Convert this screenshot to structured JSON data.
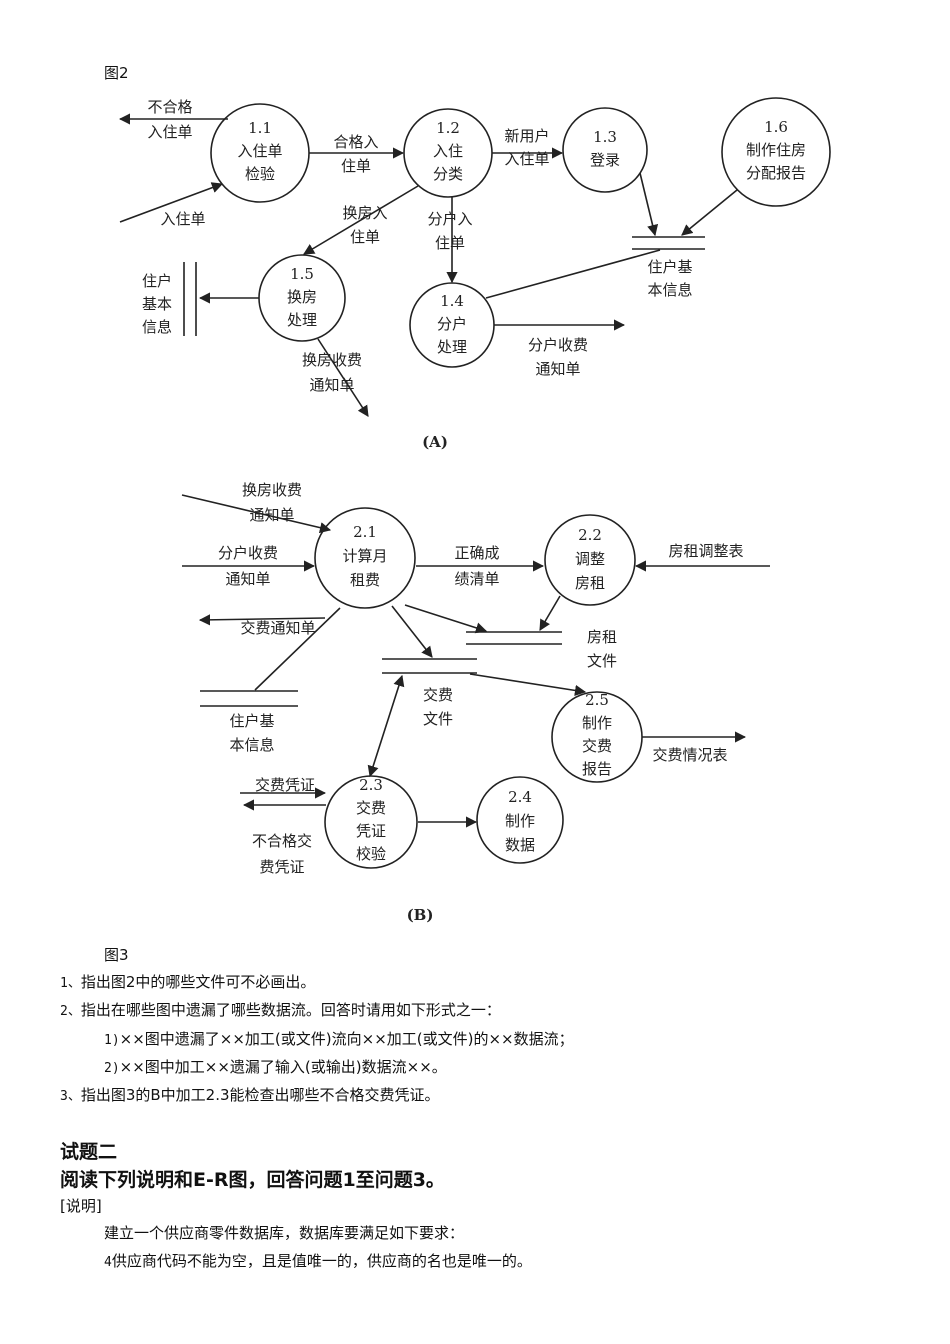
{
  "figure2": {
    "label": "图2",
    "caption": "(A)",
    "processes": [
      {
        "id": "1.1",
        "lines": [
          "1.1",
          "入住单",
          "检验"
        ]
      },
      {
        "id": "1.2",
        "lines": [
          "1.2",
          "入住",
          "分类"
        ]
      },
      {
        "id": "1.3",
        "lines": [
          "1.3",
          "登录"
        ]
      },
      {
        "id": "1.4",
        "lines": [
          "1.4",
          "分户",
          "处理"
        ]
      },
      {
        "id": "1.5",
        "lines": [
          "1.5",
          "换房",
          "处理"
        ]
      },
      {
        "id": "1.6",
        "lines": [
          "1.6",
          "制作住房",
          "分配报告"
        ]
      }
    ],
    "stores": [
      {
        "name": "住户基本信息 (top)",
        "lines": [
          "住户基",
          "本信息"
        ]
      },
      {
        "name": "住户基本信息 (left)",
        "lines": [
          "住户",
          "基本",
          "信息"
        ]
      }
    ],
    "flows": {
      "reject": [
        "不合格",
        "入住单"
      ],
      "input": "入住单",
      "pass": [
        "合格入",
        "住单"
      ],
      "new_user": [
        "新用户",
        "入住单"
      ],
      "change": [
        "换房入",
        "住单"
      ],
      "split": [
        "分户入",
        "住单"
      ],
      "change_fee": [
        "换房收费",
        "通知单"
      ],
      "split_fee": [
        "分户收费",
        "通知单"
      ]
    }
  },
  "figure3": {
    "label": "图3",
    "caption": "(B)",
    "processes": [
      {
        "id": "2.1",
        "lines": [
          "2.1",
          "计算月",
          "租费"
        ]
      },
      {
        "id": "2.2",
        "lines": [
          "2.2",
          "调整",
          "房租"
        ]
      },
      {
        "id": "2.3",
        "lines": [
          "2.3",
          "交费",
          "凭证",
          "校验"
        ]
      },
      {
        "id": "2.4",
        "lines": [
          "2.4",
          "制作",
          "数据"
        ]
      },
      {
        "id": "2.5",
        "lines": [
          "2.5",
          "制作",
          "交费",
          "报告"
        ]
      }
    ],
    "stores": [
      {
        "name": "房租文件",
        "lines": [
          "房租",
          "文件"
        ]
      },
      {
        "name": "交费文件",
        "lines": [
          "交费",
          "文件"
        ]
      },
      {
        "name": "住户基本信息",
        "lines": [
          "住户基",
          "本信息"
        ]
      }
    ],
    "flows": {
      "change_fee": [
        "换房收费",
        "通知单"
      ],
      "split_fee": [
        "分户收费",
        "通知单"
      ],
      "correct": [
        "正确成",
        "绩清单"
      ],
      "rent_adjust": "房租调整表",
      "pay_notice": "交费通知单",
      "voucher": "交费凭证",
      "bad_voucher": [
        "不合格交",
        "费凭证"
      ],
      "report": "交费情况表"
    }
  },
  "questions": [
    {
      "num": "1、",
      "text": "指出图2中的哪些文件可不必画出。"
    },
    {
      "num": "2、",
      "text": "指出在哪些图中遗漏了哪些数据流。回答时请用如下形式之一："
    },
    {
      "num": "1)",
      "text": "××图中遗漏了××加工(或文件)流向××加工(或文件)的××数据流；"
    },
    {
      "num": "2)",
      "text": "××图中加工××遗漏了输入(或输出)数据流××。"
    },
    {
      "num": "3、",
      "text": "指出图3的B中加工2.3能检查出哪些不合格交费凭证。"
    }
  ],
  "section2": {
    "title": "试题二",
    "subtitle": "阅读下列说明和E-R图，回答问题1至问题3。",
    "note": "[说明]",
    "para1": "建立一个供应商零件数据库，数据库要满足如下要求：",
    "para2_num": "4",
    "para2": "供应商代码不能为空，且是值唯一的，供应商的名也是唯一的。"
  }
}
